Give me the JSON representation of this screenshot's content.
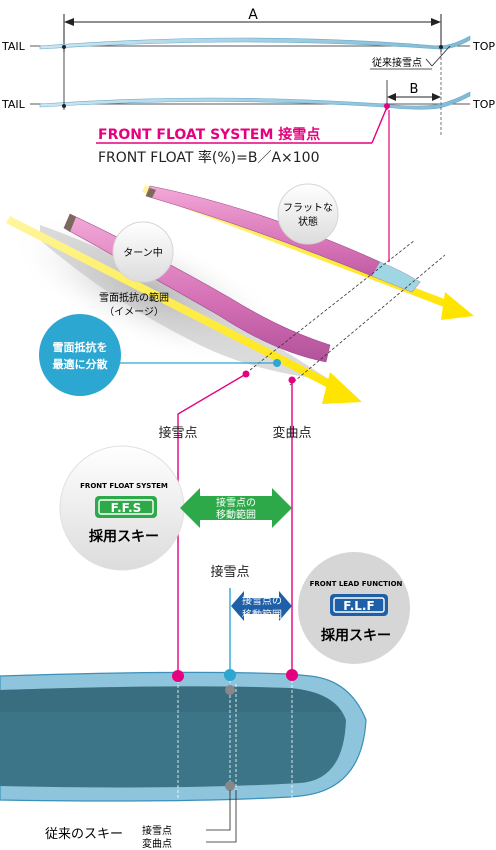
{
  "labels": {
    "dim_a": "A",
    "dim_b": "B",
    "tail": "TAIL",
    "top": "TOP",
    "conventional_contact": "従来接雪点"
  },
  "heading": {
    "title": "FRONT FLOAT SYSTEM 接雪点",
    "formula": "FRONT FLOAT 率(%)=B／A×100"
  },
  "illustration": {
    "flat_bubble": [
      "フラットな",
      "状態"
    ],
    "turn_bubble": "ターン中",
    "resistance_caption": [
      "雪面抵抗の範囲",
      "（イメージ）"
    ],
    "badge": [
      "雪面抵抗を",
      "最適に分散"
    ]
  },
  "points": {
    "contact": "接雪点",
    "flex": "変曲点",
    "contact2": "接雪点"
  },
  "ffs": {
    "system_name": "FRONT FLOAT SYSTEM",
    "logo": "F.F.S",
    "caption": "採用スキー",
    "arrow_text": [
      "接雪点の",
      "移動範囲"
    ]
  },
  "flf": {
    "system_name": "FRONT LEAD FUNCTION",
    "logo": "F.L.F",
    "caption": "採用スキー",
    "arrow_text": [
      "接雪点の",
      "移動範囲"
    ]
  },
  "bottom": {
    "conventional_ski": "従来のスキー",
    "contact": "接雪点",
    "flex": "変曲点"
  },
  "colors": {
    "magenta": "#e5007f",
    "cyan": "#2ba7d1",
    "green": "#2ea94a",
    "blue": "#1f5fa8",
    "ski_light": "#8ec5dc",
    "yellow": "#ffe800",
    "pink_ski": "#d96fb7"
  }
}
